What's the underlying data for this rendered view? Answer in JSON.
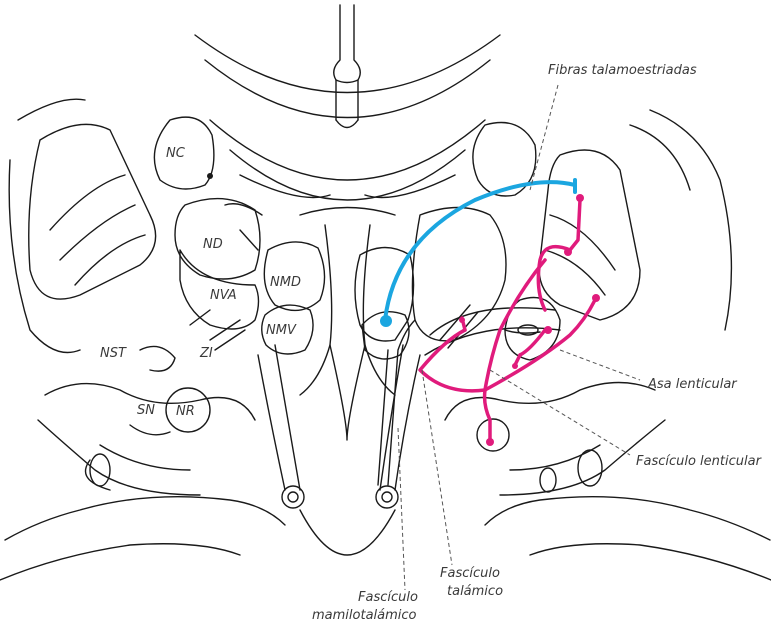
{
  "labels": {
    "nc": "NC",
    "nd": "ND",
    "nmd": "NMD",
    "nva": "NVA",
    "nmv": "NMV",
    "nst": "NST",
    "zi": "ZI",
    "sn": "SN",
    "nr": "NR"
  },
  "callouts": {
    "fibras": "Fibras talamoestriadas",
    "asa": "Asa lenticular",
    "fasciculo_lenticular": "Fascículo lenticular",
    "fasciculo_talamico_1": "Fascículo",
    "fasciculo_talamico_2": "talámico",
    "fasciculo_mamilo_1": "Fascículo",
    "fasciculo_mamilo_2": "mamilotalámico"
  },
  "colors": {
    "thalamostriate_fibers": "#1ba6e0",
    "lenticular_pathways": "#e01b7c",
    "outline": "#1a1a1a"
  }
}
